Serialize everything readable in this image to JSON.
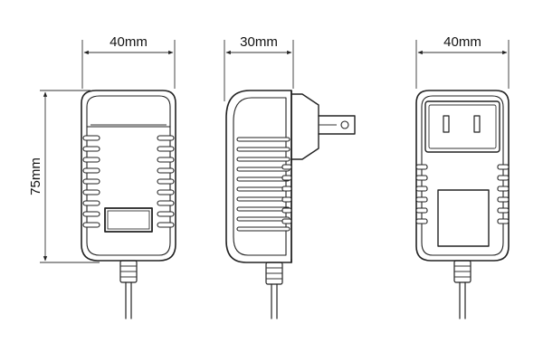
{
  "dimensions": {
    "front_width": "40mm",
    "side_width": "30mm",
    "back_width": "40mm",
    "height": "75mm"
  },
  "colors": {
    "line": "#222222",
    "background": "#ffffff"
  },
  "views": [
    "front-view",
    "side-view",
    "back-view"
  ]
}
